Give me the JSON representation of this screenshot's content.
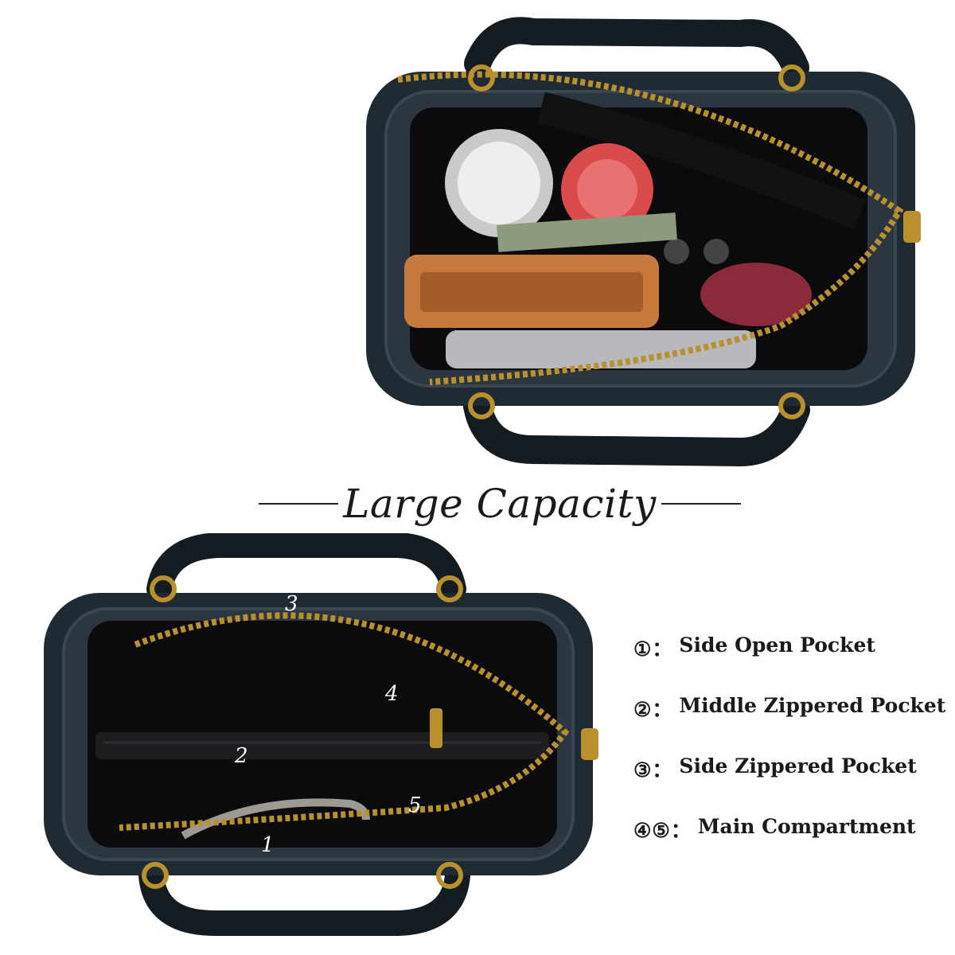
{
  "heading": {
    "text": "Large Capacity"
  },
  "legend": [
    {
      "marker": "①：",
      "label": "Side Open Pocket"
    },
    {
      "marker": "②：",
      "label": "Middle Zippered Pocket"
    },
    {
      "marker": "③：",
      "label": "Side Zippered Pocket"
    },
    {
      "marker": "④⑤：",
      "label": "Main Compartment"
    }
  ],
  "pocket_numbers": {
    "n1": "1",
    "n2": "2",
    "n3": "3",
    "n4": "4",
    "n5": "5"
  },
  "colors": {
    "leather": "#1f2a33",
    "zipper": "#b8902e",
    "lining": "#0b0b0d",
    "wallet": "#c77a3e",
    "text": "#1a1a1a"
  }
}
